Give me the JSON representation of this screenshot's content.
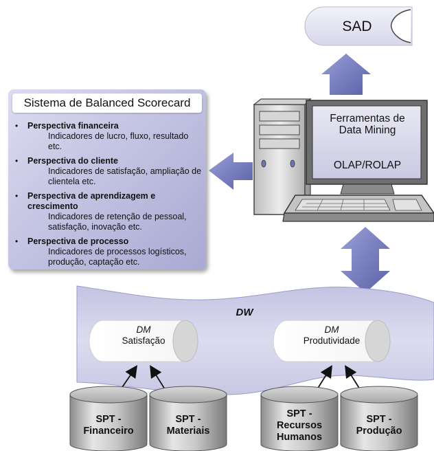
{
  "sad": {
    "label": "SAD"
  },
  "computer": {
    "screen_line1": "Ferramentas de",
    "screen_line2": "Data Mining",
    "screen_line3": "OLAP/ROLAP"
  },
  "bsc": {
    "title": "Sistema de Balanced Scorecard",
    "items": [
      {
        "head": "Perspectiva financeira",
        "desc": "Indicadores de lucro, fluxo, resultado etc."
      },
      {
        "head": "Perspectiva do cliente",
        "desc": "Indicadores de satisfação, ampliação de clientela etc."
      },
      {
        "head": "Perspectiva de aprendizagem e crescimento",
        "desc": "Indicadores de retenção de pessoal, satisfação, inovação etc."
      },
      {
        "head": "Perspectiva de processo",
        "desc": "Indicadores de processos logísticos, produção, captação etc."
      }
    ]
  },
  "dw": {
    "label": "DW",
    "marts": [
      {
        "tag": "DM",
        "name": "Satisfação"
      },
      {
        "tag": "DM",
        "name": "Produtividade"
      }
    ]
  },
  "spt": [
    {
      "line1": "SPT -",
      "line2": "Financeiro",
      "line3": ""
    },
    {
      "line1": "SPT -",
      "line2": "Materiais",
      "line3": ""
    },
    {
      "line1": "SPT -",
      "line2": "Recursos",
      "line3": "Humanos"
    },
    {
      "line1": "SPT -",
      "line2": "Produção",
      "line3": ""
    }
  ],
  "colors": {
    "arrow": "#7a80c0",
    "panel": "#b4b4da",
    "dw_band": "#d4d4ec",
    "cylinder_gray": "#b9b9b9"
  }
}
